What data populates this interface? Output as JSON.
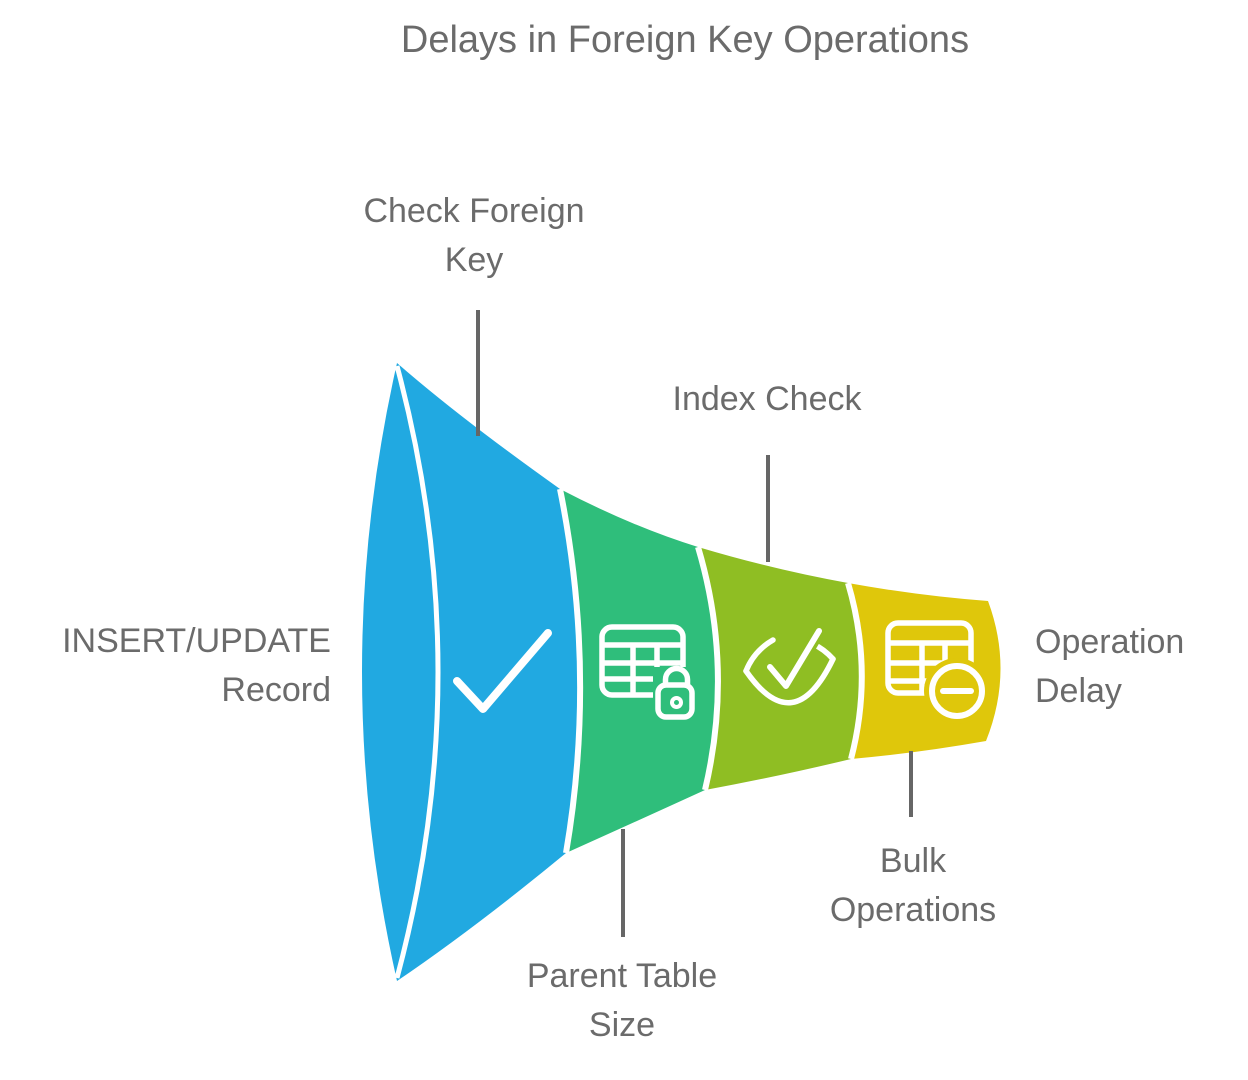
{
  "title": "Delays in Foreign Key Operations",
  "colors": {
    "segment_blue": "#21A9E1",
    "segment_green": "#2FBE7B",
    "segment_lime": "#8FBE23",
    "segment_yellow": "#DFC70B",
    "label_text": "#6B6B6B",
    "connector_line": "#666666",
    "icon_stroke": "#FFFFFF",
    "background": "#FFFFFF"
  },
  "funnel": {
    "input_label": "INSERT/UPDATE\nRecord",
    "output_label": "Operation\nDelay",
    "stages": [
      {
        "label": "Check Foreign\nKey",
        "icon": "checkmark-icon",
        "color": "#21A9E1"
      },
      {
        "label": "Parent Table\nSize",
        "icon": "table-lock-icon",
        "color": "#2FBE7B"
      },
      {
        "label": "Index Check",
        "icon": "eye-check-icon",
        "color": "#8FBE23"
      },
      {
        "label": "Bulk\nOperations",
        "icon": "table-minus-icon",
        "color": "#DFC70B"
      }
    ]
  }
}
